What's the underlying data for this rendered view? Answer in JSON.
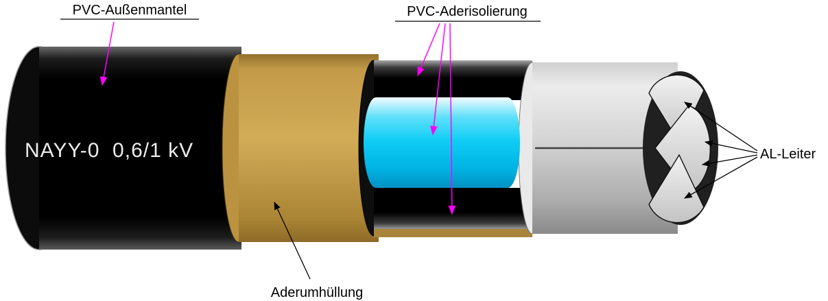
{
  "diagram": {
    "cable_marking": "NAYY-0  0,6/1 kV",
    "labels": {
      "outer_sheath": "PVC-Außenmantel",
      "core_insulation": "PVC-Aderisolierung",
      "al_conductor": "AL-Leiter",
      "core_covering": "Aderumhüllung"
    },
    "layers": [
      {
        "name": "PVC-Außenmantel",
        "color": "#000000"
      },
      {
        "name": "Aderumhüllung",
        "color": "#c9a44f"
      },
      {
        "name": "PVC-Aderisolierung",
        "color": "#00c4ee"
      },
      {
        "name": "AL-Leiter",
        "color": "#d9d9d9"
      }
    ],
    "colors": {
      "annotation_magenta": "#ff00ff",
      "annotation_black": "#000000",
      "background": "#ffffff"
    }
  }
}
